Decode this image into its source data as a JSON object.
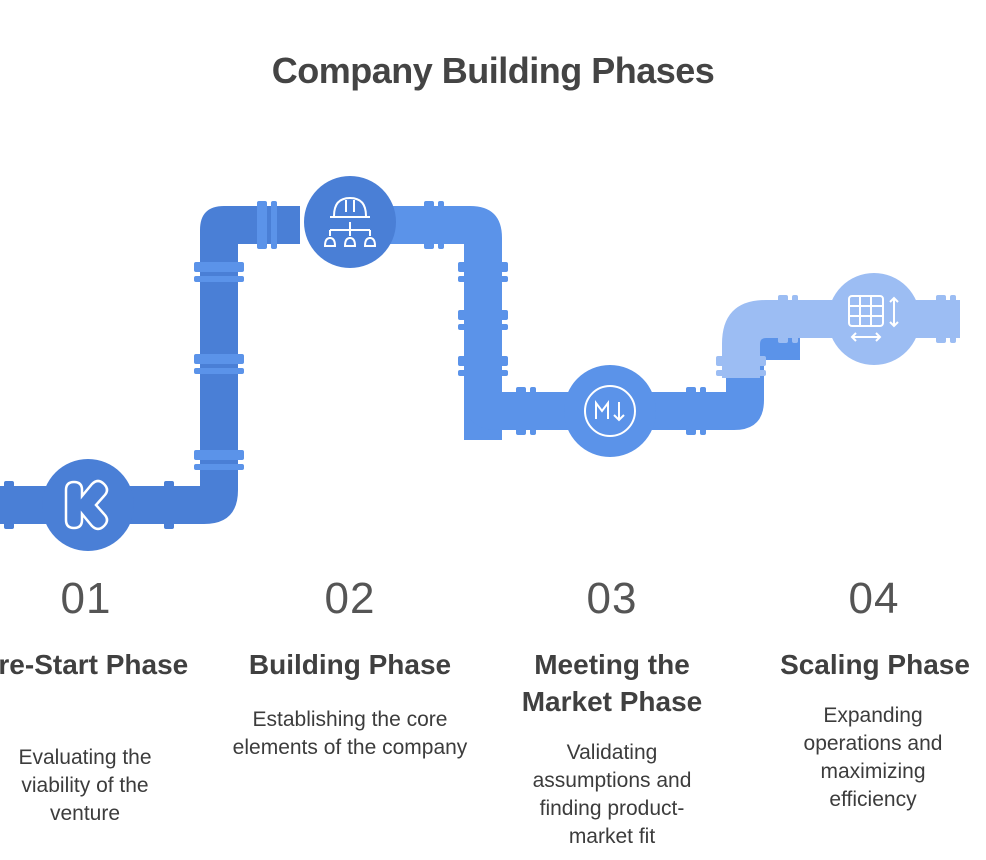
{
  "title": "Company Building Phases",
  "phases": [
    {
      "number": "01",
      "title": "Pre-Start Phase",
      "description": "Evaluating the viability of the venture",
      "icon": "kickstarter-icon"
    },
    {
      "number": "02",
      "title": "Building Phase",
      "description": "Establishing the core elements of the company",
      "icon": "hard-hat-org-icon"
    },
    {
      "number": "03",
      "title": "Meeting the Market Phase",
      "description": "Validating assumptions and finding product-market fit",
      "icon": "markdown-down-icon"
    },
    {
      "number": "04",
      "title": "Scaling Phase",
      "description": "Expanding operations and maximizing efficiency",
      "icon": "table-resize-icon"
    }
  ],
  "colors": {
    "pipe_dark": "#4a7fd6",
    "pipe_mid": "#5b93e9",
    "pipe_light": "#9cbdf3",
    "circle": "#5b93e9",
    "text": "#404040"
  }
}
